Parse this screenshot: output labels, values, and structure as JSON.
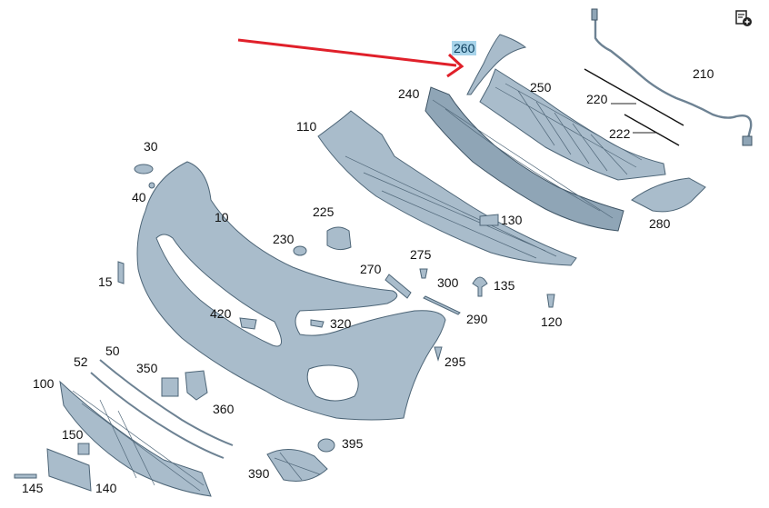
{
  "diagram": {
    "highlighted_part": "260",
    "highlight_color": "#a8d4ea",
    "arrow_color": "#e0202a",
    "part_color": "#a9bccb",
    "labels": {
      "p10": "10",
      "p15": "15",
      "p30": "30",
      "p40": "40",
      "p50": "50",
      "p52": "52",
      "p100": "100",
      "p110": "110",
      "p120": "120",
      "p130": "130",
      "p135": "135",
      "p140": "140",
      "p145": "145",
      "p150": "150",
      "p210": "210",
      "p220": "220",
      "p222": "222",
      "p225": "225",
      "p230": "230",
      "p240": "240",
      "p250": "250",
      "p260": "260",
      "p270": "270",
      "p275": "275",
      "p280": "280",
      "p290": "290",
      "p295": "295",
      "p300": "300",
      "p320": "320",
      "p350": "350",
      "p360": "360",
      "p390": "390",
      "p395": "395",
      "p420": "420"
    }
  },
  "toolbar": {
    "icon": "add-to-list-icon"
  }
}
